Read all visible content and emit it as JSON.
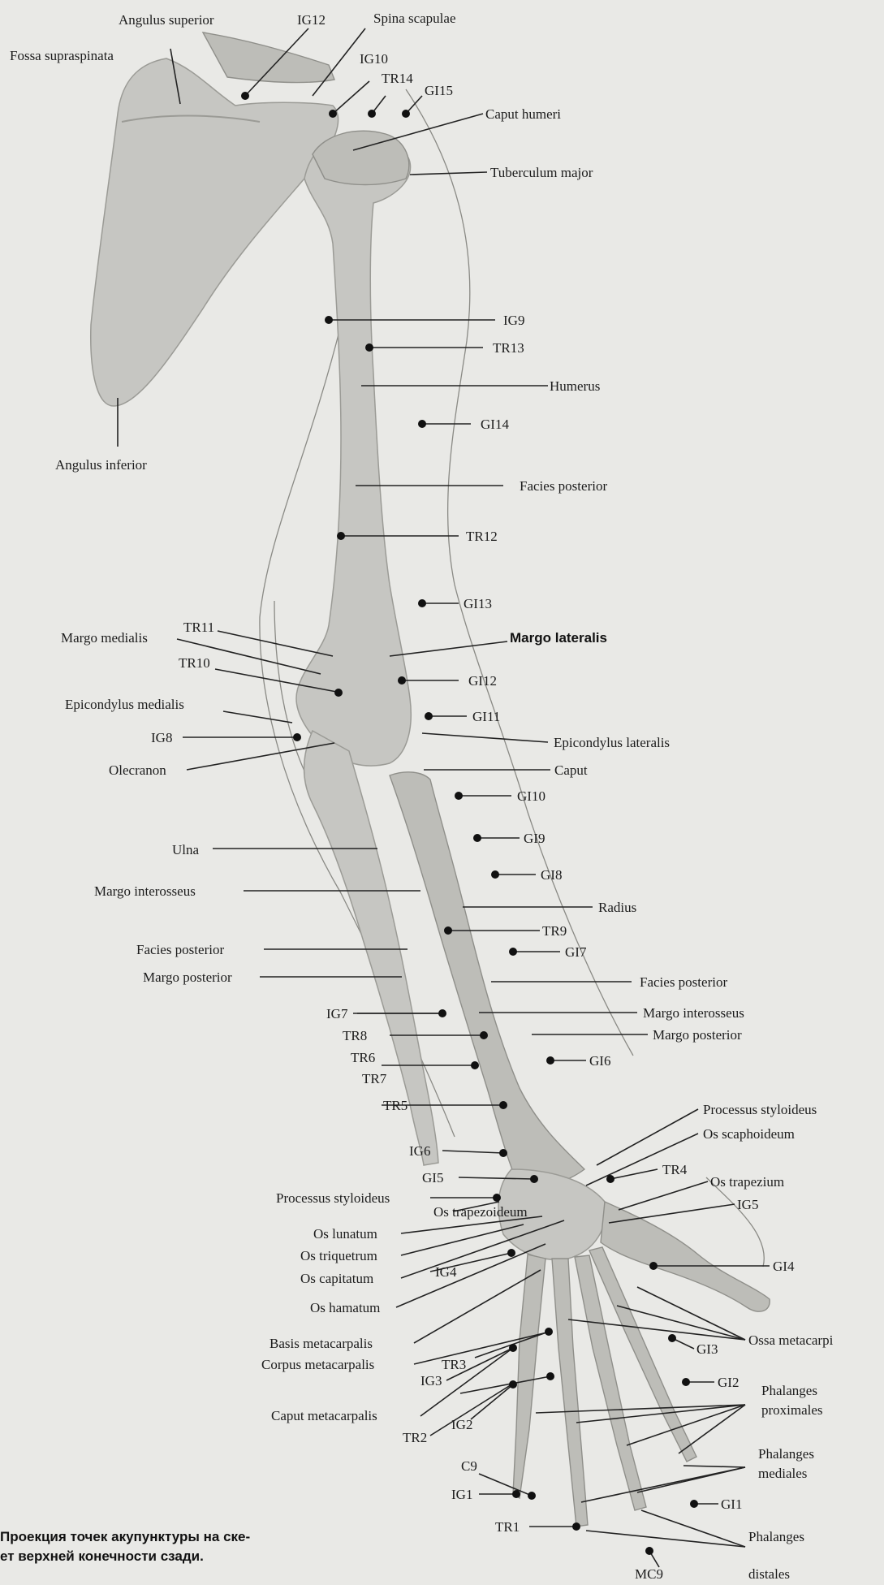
{
  "caption": {
    "line1": "Проекция точек акупунктуры на ске-",
    "line2": "ет верхней конечности сзади."
  },
  "labels": [
    {
      "id": "angulus-superior",
      "text": "Angulus superior"
    },
    {
      "id": "ig12",
      "text": "IG12"
    },
    {
      "id": "spina-scapulae",
      "text": "Spina scapulae"
    },
    {
      "id": "fossa-supraspinata",
      "text": "Fossa supraspinata"
    },
    {
      "id": "ig10",
      "text": "IG10"
    },
    {
      "id": "tr14",
      "text": "TR14"
    },
    {
      "id": "gi15",
      "text": "GI15"
    },
    {
      "id": "caput-humeri",
      "text": "Caput humeri"
    },
    {
      "id": "tuberculum-major",
      "text": "Tuberculum major"
    },
    {
      "id": "ig9",
      "text": "IG9"
    },
    {
      "id": "tr13",
      "text": "TR13"
    },
    {
      "id": "humerus",
      "text": "Humerus"
    },
    {
      "id": "gi14",
      "text": "GI14"
    },
    {
      "id": "angulus-inferior",
      "text": "Angulus inferior"
    },
    {
      "id": "facies-posterior-humeri",
      "text": "Facies posterior"
    },
    {
      "id": "tr12",
      "text": "TR12"
    },
    {
      "id": "gi13",
      "text": "GI13"
    },
    {
      "id": "tr11",
      "text": "TR11"
    },
    {
      "id": "margo-medialis",
      "text": "Margo medialis"
    },
    {
      "id": "margo-lateralis",
      "text": "Margo lateralis"
    },
    {
      "id": "tr10",
      "text": "TR10"
    },
    {
      "id": "gi12",
      "text": "GI12"
    },
    {
      "id": "epicondylus-medialis",
      "text": "Epicondylus medialis"
    },
    {
      "id": "gi11",
      "text": "GI11"
    },
    {
      "id": "ig8",
      "text": "IG8"
    },
    {
      "id": "epicondylus-lateralis",
      "text": "Epicondylus lateralis"
    },
    {
      "id": "olecranon",
      "text": "Olecranon"
    },
    {
      "id": "caput-radii",
      "text": "Caput"
    },
    {
      "id": "gi10",
      "text": "GI10"
    },
    {
      "id": "gi9",
      "text": "GI9"
    },
    {
      "id": "ulna",
      "text": "Ulna"
    },
    {
      "id": "gi8",
      "text": "GI8"
    },
    {
      "id": "margo-interosseus-ulnae",
      "text": "Margo interosseus"
    },
    {
      "id": "radius",
      "text": "Radius"
    },
    {
      "id": "tr9",
      "text": "TR9"
    },
    {
      "id": "facies-posterior-ulnae",
      "text": "Facies posterior"
    },
    {
      "id": "gi7",
      "text": "GI7"
    },
    {
      "id": "margo-posterior-ulnae",
      "text": "Margo posterior"
    },
    {
      "id": "facies-posterior-radii",
      "text": "Facies posterior"
    },
    {
      "id": "ig7",
      "text": "IG7"
    },
    {
      "id": "margo-interosseus-radii",
      "text": "Margo interosseus"
    },
    {
      "id": "tr8",
      "text": "TR8"
    },
    {
      "id": "margo-posterior-radii",
      "text": "Margo posterior"
    },
    {
      "id": "tr6",
      "text": "TR6"
    },
    {
      "id": "gi6",
      "text": "GI6"
    },
    {
      "id": "tr7",
      "text": "TR7"
    },
    {
      "id": "tr5",
      "text": "TR5"
    },
    {
      "id": "processus-styloideus-radii",
      "text": "Processus styloideus"
    },
    {
      "id": "os-scaphoideum",
      "text": "Os scaphoideum"
    },
    {
      "id": "ig6",
      "text": "IG6"
    },
    {
      "id": "tr4",
      "text": "TR4"
    },
    {
      "id": "gi5",
      "text": "GI5"
    },
    {
      "id": "os-trapezium",
      "text": "Os trapezium"
    },
    {
      "id": "processus-styloideus-ulnae",
      "text": "Processus styloideus"
    },
    {
      "id": "ig5",
      "text": "IG5"
    },
    {
      "id": "os-trapezoideum",
      "text": "Os trapezoideum"
    },
    {
      "id": "os-lunatum",
      "text": "Os lunatum"
    },
    {
      "id": "os-triquetrum",
      "text": "Os triquetrum"
    },
    {
      "id": "gi4",
      "text": "GI4"
    },
    {
      "id": "ig4",
      "text": "IG4"
    },
    {
      "id": "os-capitatum",
      "text": "Os capitatum"
    },
    {
      "id": "os-hamatum",
      "text": "Os hamatum"
    },
    {
      "id": "ossa-metacarpi",
      "text": "Ossa metacarpi"
    },
    {
      "id": "basis-metacarpalis",
      "text": "Basis metacarpalis"
    },
    {
      "id": "gi3",
      "text": "GI3"
    },
    {
      "id": "corpus-metacarpalis",
      "text": "Corpus metacarpalis"
    },
    {
      "id": "tr3",
      "text": "TR3"
    },
    {
      "id": "ig3",
      "text": "IG3"
    },
    {
      "id": "gi2",
      "text": "GI2"
    },
    {
      "id": "phalanges-proximales-1",
      "text": "Phalanges"
    },
    {
      "id": "phalanges-proximales-2",
      "text": "proximales"
    },
    {
      "id": "caput-metacarpalis",
      "text": "Caput metacarpalis"
    },
    {
      "id": "ig2",
      "text": "IG2"
    },
    {
      "id": "tr2",
      "text": "TR2"
    },
    {
      "id": "phalanges-mediales-1",
      "text": "Phalanges"
    },
    {
      "id": "phalanges-mediales-2",
      "text": "mediales"
    },
    {
      "id": "c9",
      "text": "C9"
    },
    {
      "id": "ig1",
      "text": "IG1"
    },
    {
      "id": "gi1",
      "text": "GI1"
    },
    {
      "id": "tr1",
      "text": "TR1"
    },
    {
      "id": "phalanges-distales-1",
      "text": "Phalanges"
    },
    {
      "id": "mc9",
      "text": "MC9"
    },
    {
      "id": "phalanges-distales-2",
      "text": "distales"
    }
  ]
}
